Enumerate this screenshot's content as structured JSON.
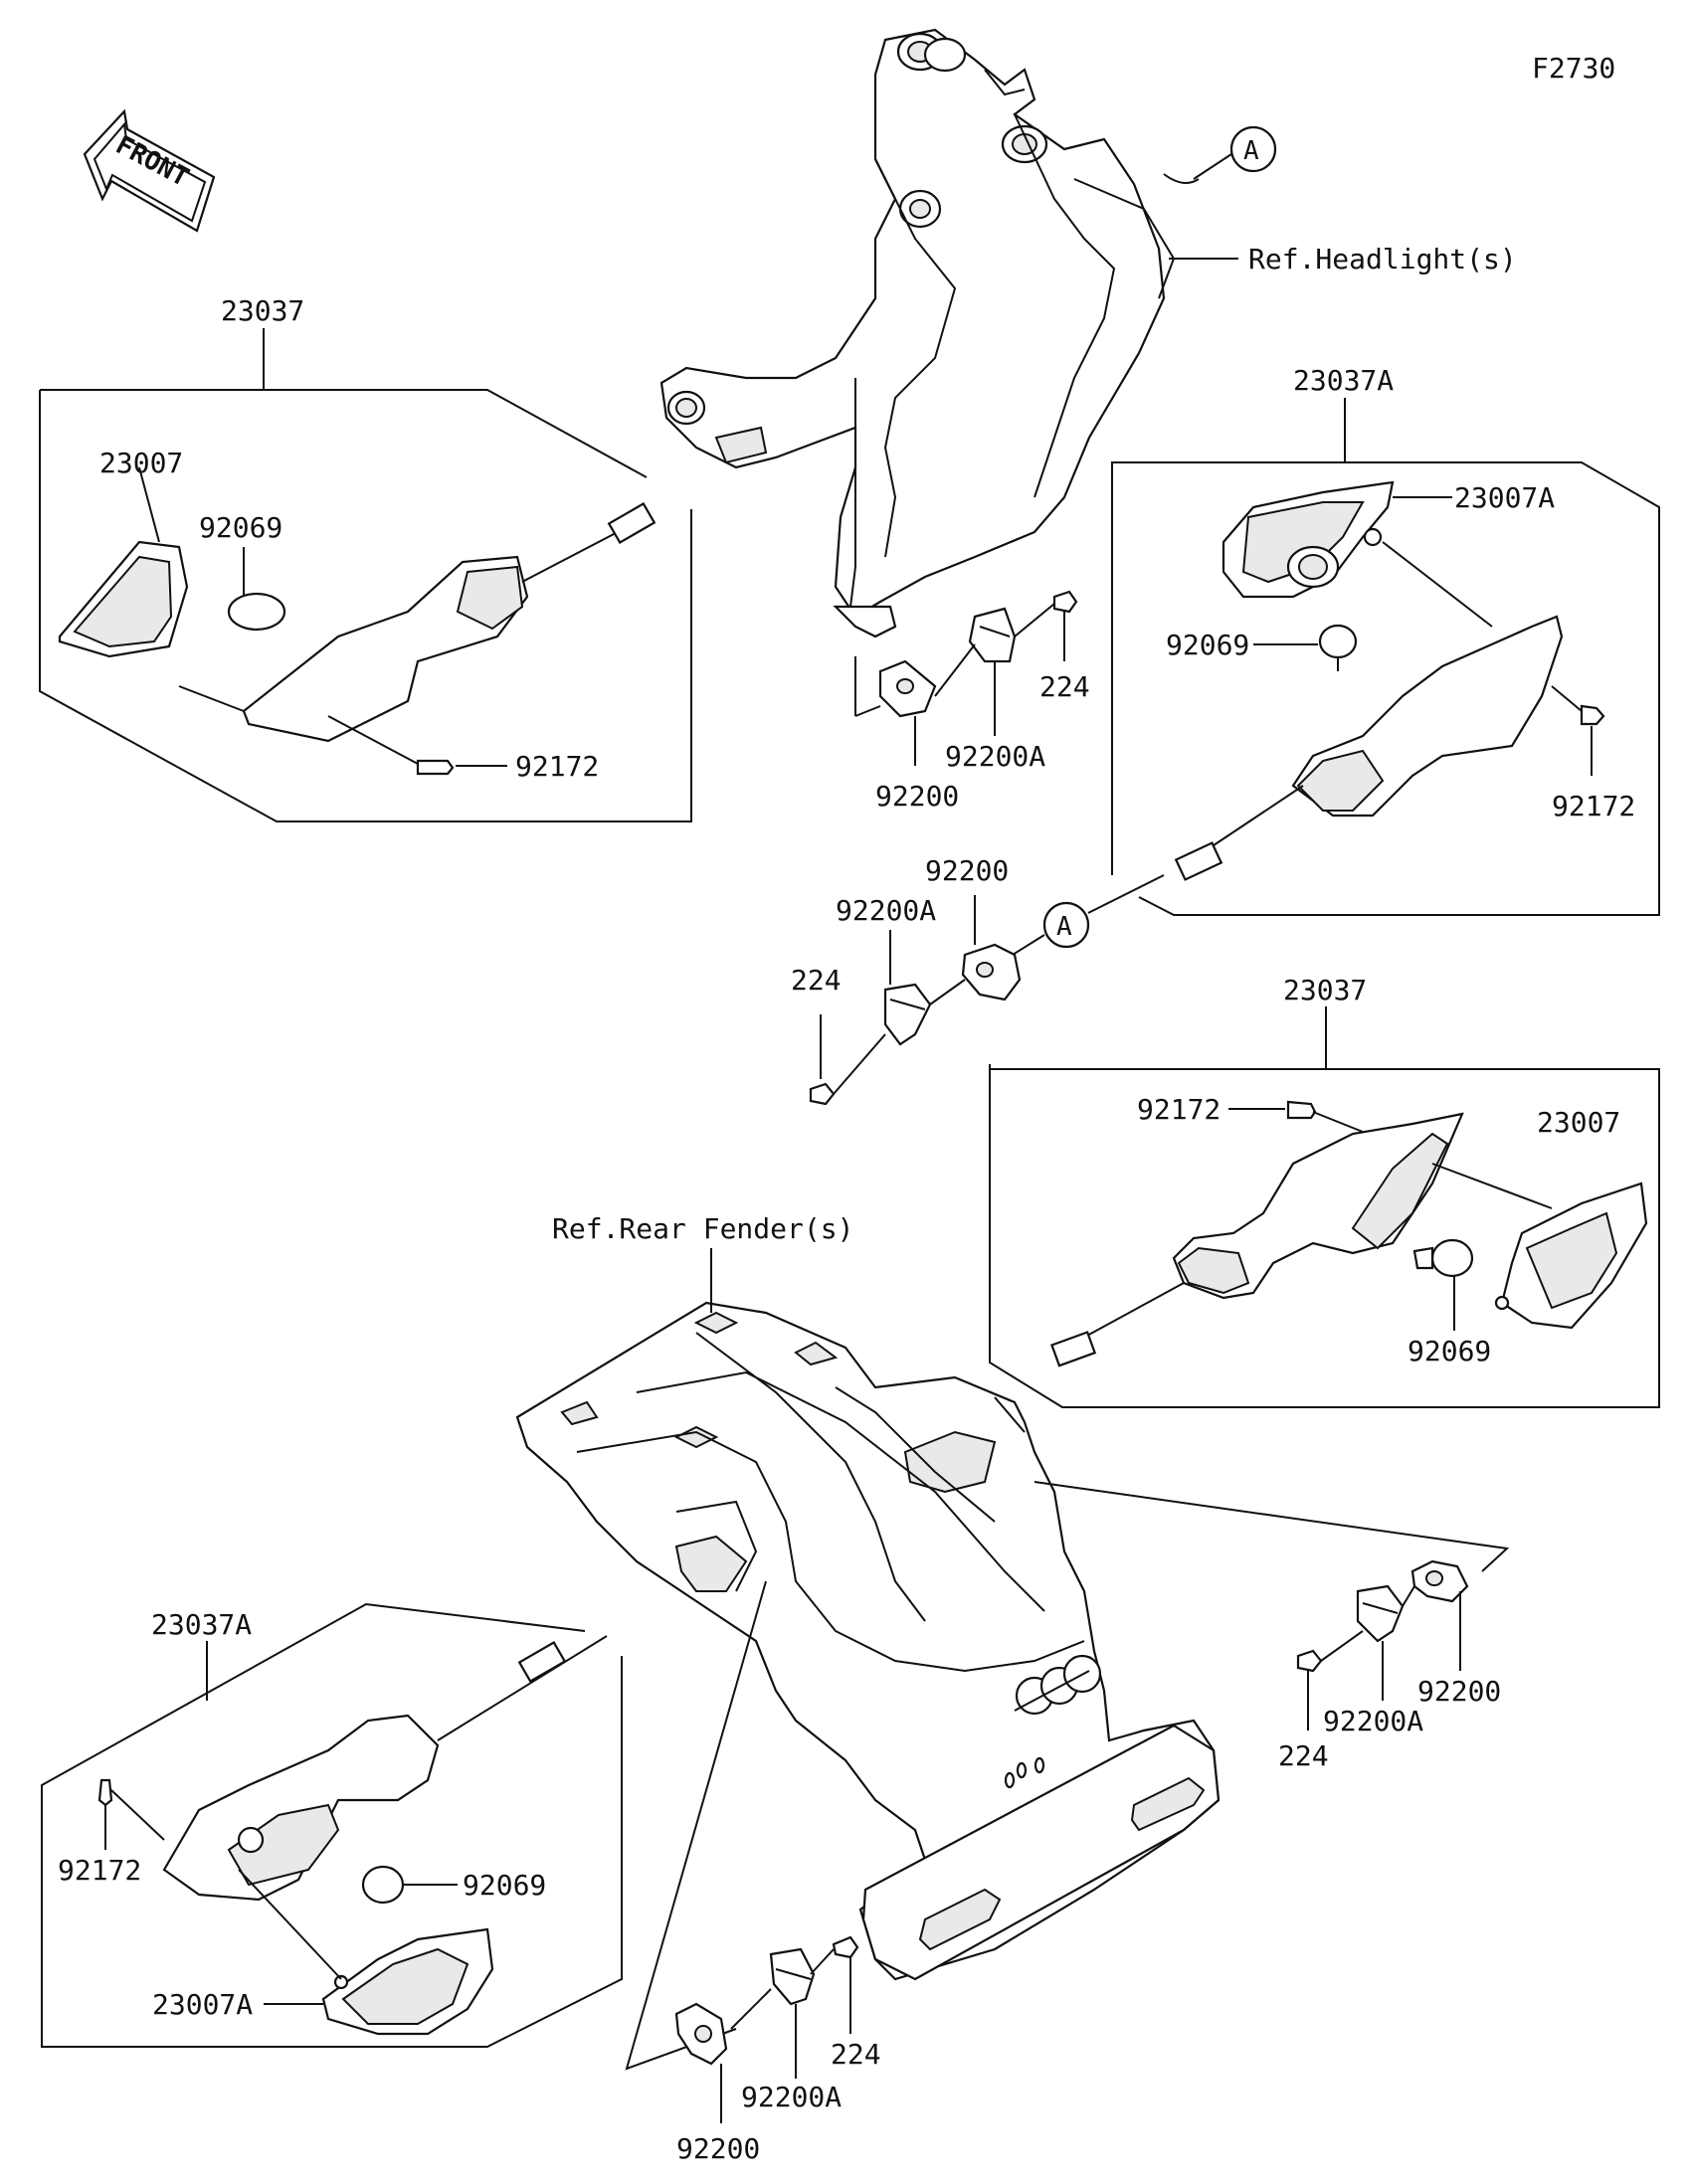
{
  "figure_code": "F2730",
  "front_label": "FRONT",
  "ref_labels": {
    "headlight": "Ref.Headlight(s)",
    "rear_fender": "Ref.Rear Fender(s)"
  },
  "callout_marker": "A",
  "parts": {
    "turn_signal_front_left": "23037",
    "turn_signal_front_right": "23037A",
    "turn_signal_rear_right": "23037",
    "turn_signal_rear_left": "23037A",
    "lens": "23007",
    "lens_a": "23007A",
    "bulb": "92069",
    "screw": "92172",
    "bolt": "224",
    "plate": "92200",
    "bracket": "92200A"
  }
}
